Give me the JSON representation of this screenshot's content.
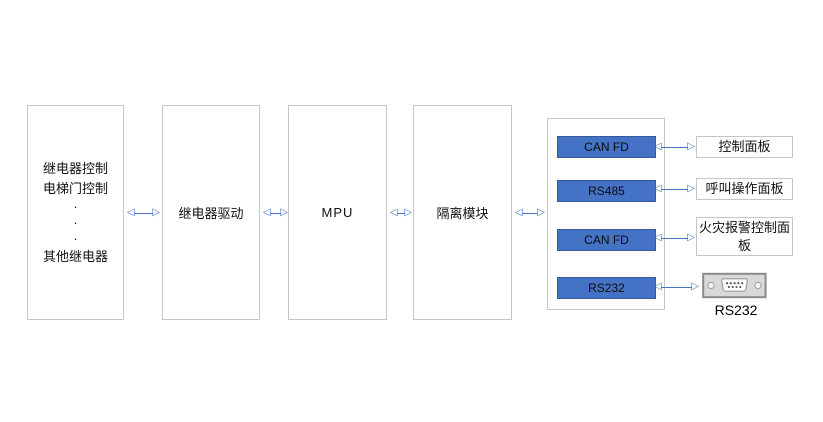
{
  "diagram": {
    "blocks": {
      "relay_outputs": {
        "lines": [
          "继电器控制",
          "电梯门控制",
          "·",
          "·",
          "·",
          "其他继电器"
        ]
      },
      "relay_driver": {
        "label": "继电器驱动"
      },
      "mpu": {
        "label": "MPU"
      },
      "isolation": {
        "label": "隔离模块"
      }
    },
    "interfaces": [
      {
        "bus": "CAN FD",
        "target": "控制面板"
      },
      {
        "bus": "RS485",
        "target": "呼叫操作面板"
      },
      {
        "bus": "CAN FD",
        "target": "火灾报警控制面板"
      },
      {
        "bus": "RS232",
        "target": "RS232"
      }
    ],
    "rs232_caption": "RS232",
    "colors": {
      "bus_fill": "#4472c4",
      "arrow": "#4472c4",
      "box_border": "#c4c8cd",
      "connector_body": "#d8d8d8",
      "connector_outline": "#8a8a8a"
    },
    "icons": {
      "arrow_left": "◁",
      "arrow_right": "▷"
    }
  }
}
